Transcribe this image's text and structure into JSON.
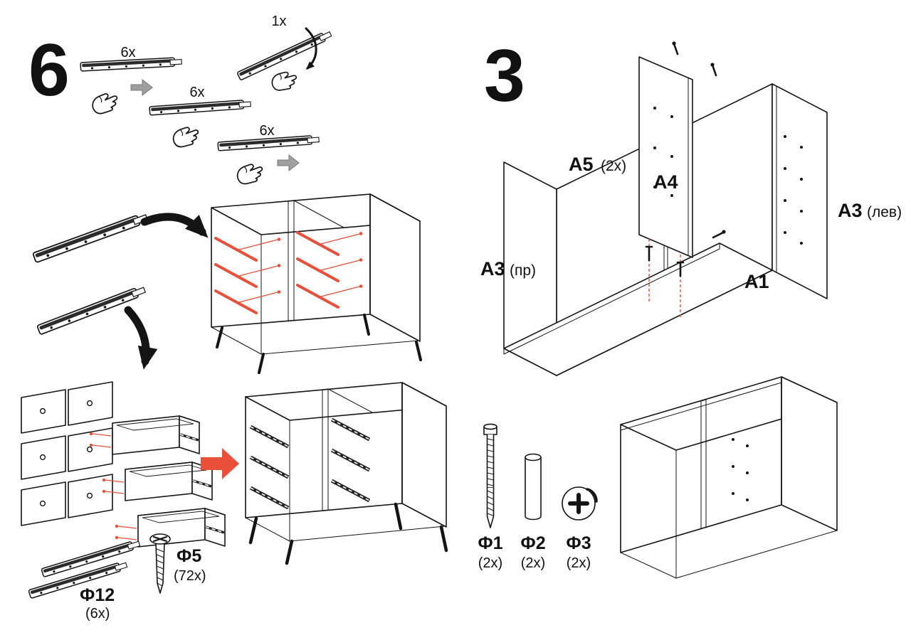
{
  "document": {
    "type": "furniture-assembly-instructions"
  },
  "colors": {
    "line": "#141414",
    "accent": "#e8503a",
    "gray-arrow": "#9f9f9f"
  },
  "step6": {
    "number": "6",
    "top_qty": "1x",
    "rail_qtys": [
      "6x",
      "6x",
      "6x"
    ],
    "hardware": [
      {
        "code": "Ф12",
        "qty": "(6x)"
      },
      {
        "code": "Ф5",
        "qty": "(72x)"
      }
    ]
  },
  "step3": {
    "number": "3",
    "parts": {
      "a5": "A5",
      "a5_qty": "(2x)",
      "a4": "A4",
      "a3_left": "A3",
      "a3_left_side": "(лев)",
      "a3_right": "A3",
      "a3_right_side": "(пр)",
      "a1": "A1"
    },
    "hardware": [
      {
        "code": "Ф1",
        "qty": "(2x)"
      },
      {
        "code": "Ф2",
        "qty": "(2x)"
      },
      {
        "code": "Ф3",
        "qty": "(2x)"
      }
    ]
  }
}
